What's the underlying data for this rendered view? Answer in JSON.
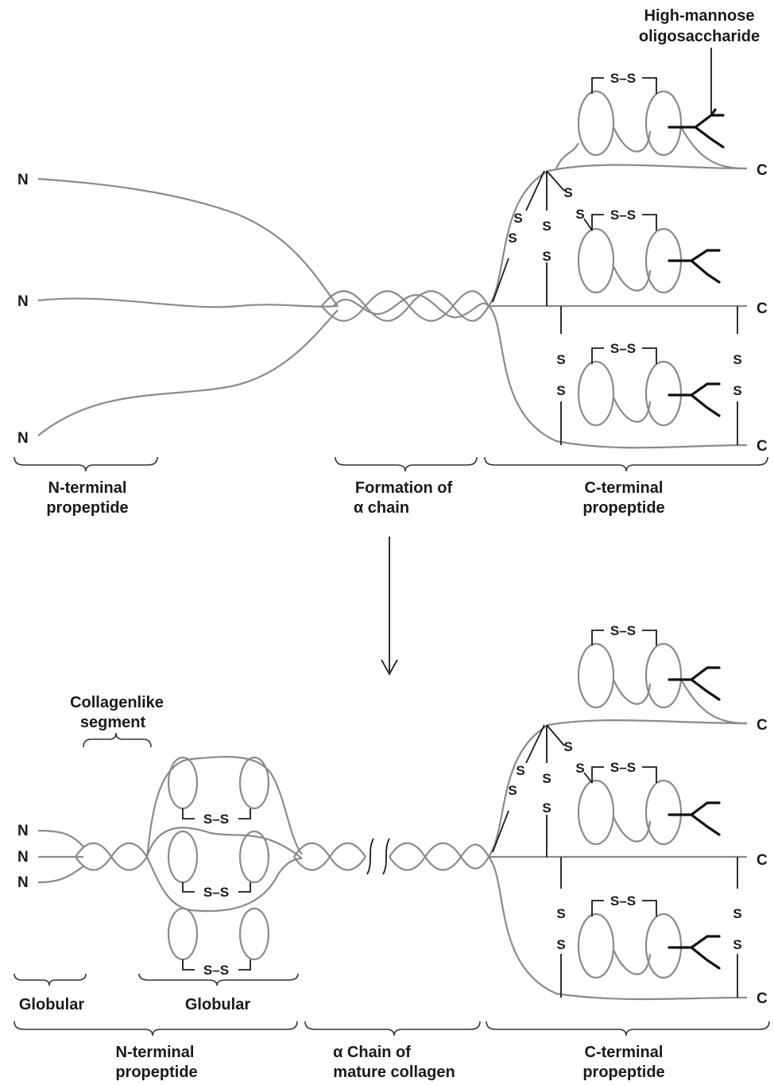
{
  "labels": {
    "high_mannose_1": "High-mannose",
    "high_mannose_2": "oligosaccharide",
    "n_term_top_1": "N-terminal",
    "n_term_top_2": "propeptide",
    "formation_1": "Formation of",
    "formation_2": "α chain",
    "c_term_top_1": "C-terminal",
    "c_term_top_2": "propeptide",
    "collagenlike_1": "Collagenlike",
    "collagenlike_2": "segment",
    "globular_left": "Globular",
    "globular_mid": "Globular",
    "n_term_bot_1": "N-terminal",
    "n_term_bot_2": "propeptide",
    "alpha_chain_1": "α Chain of",
    "alpha_chain_2": "mature collagen",
    "c_term_bot_1": "C-terminal",
    "c_term_bot_2": "propeptide"
  },
  "terminals": {
    "n": "N",
    "c": "C"
  },
  "disulfide": {
    "bond": "S–S",
    "s": "S"
  },
  "colors": {
    "strand": "#8a8a8a",
    "ink": "#1a1a1a"
  }
}
